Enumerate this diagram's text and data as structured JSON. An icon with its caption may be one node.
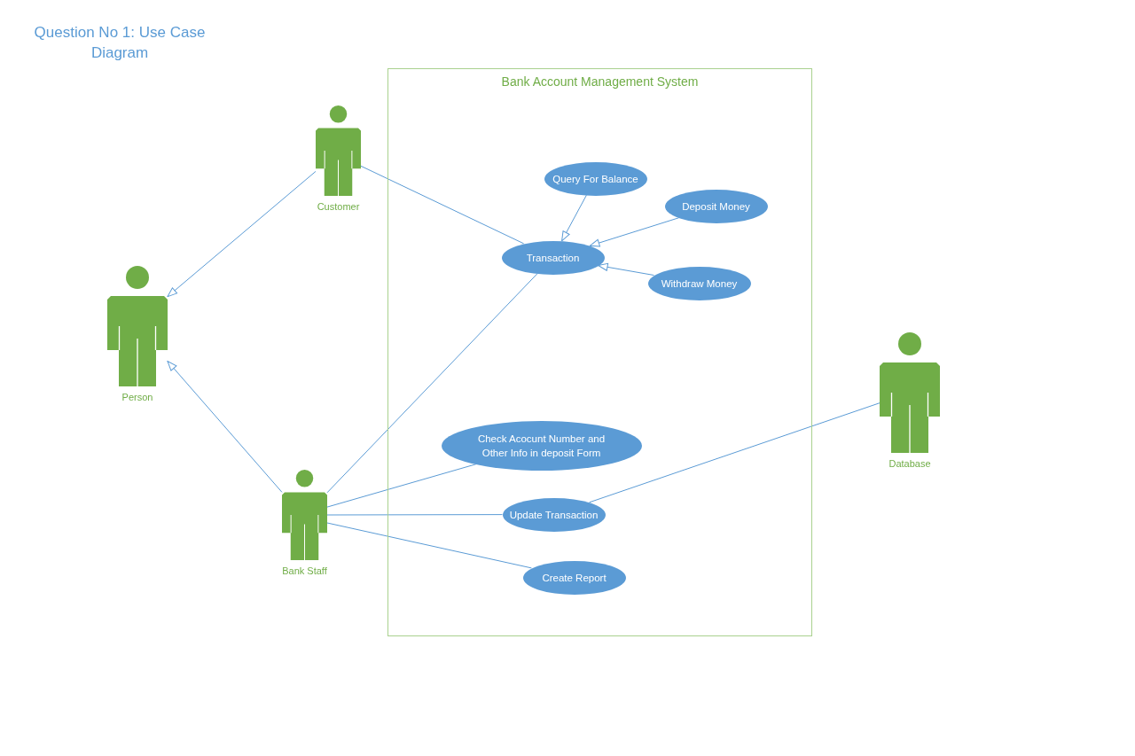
{
  "diagram": {
    "title": "Question No 1: Use Case Diagram",
    "nodes": [
      {
        "text": [
          "Customer"
        ]
      },
      {
        "text": [
          "Bank Account Management System"
        ]
      },
      {
        "text": [
          "Query For Balance"
        ],
        "in": 1
      },
      {
        "text": [
          "Deposit Money"
        ],
        "in": 1
      },
      {
        "text": [
          "Transaction"
        ],
        "in": 1
      },
      {
        "text": [
          "Withdraw Money"
        ],
        "in": 1
      },
      {
        "text": [
          "Person"
        ]
      },
      {
        "text": [
          "Database"
        ]
      },
      {
        "text": [
          "Check Acocunt Number and Other Info in deposit Form"
        ],
        "in": 1
      },
      {
        "text": [
          "Bank Staff"
        ]
      },
      {
        "text": [
          "Update Transaction"
        ],
        "in": 1
      },
      {
        "text": [
          "Create Report"
        ],
        "in": 1
      }
    ],
    "edges": [
      {
        "from": 0,
        "to": 6,
        "arrow": "to"
      },
      {
        "from": 0,
        "to": 4,
        "arrow": "none"
      },
      {
        "from": 2,
        "to": 4,
        "arrow": "to"
      },
      {
        "from": 3,
        "to": 4,
        "arrow": "to"
      },
      {
        "from": 5,
        "to": 4,
        "arrow": "to"
      },
      {
        "from": 9,
        "to": 6,
        "arrow": "to"
      },
      {
        "from": 9,
        "to": 4,
        "arrow": "none"
      },
      {
        "from": 9,
        "to": 8,
        "arrow": "none"
      },
      {
        "from": 9,
        "to": 10,
        "arrow": "none"
      },
      {
        "from": 9,
        "to": 11,
        "arrow": "none"
      },
      {
        "from": 10,
        "to": 7,
        "arrow": "none"
      }
    ]
  }
}
